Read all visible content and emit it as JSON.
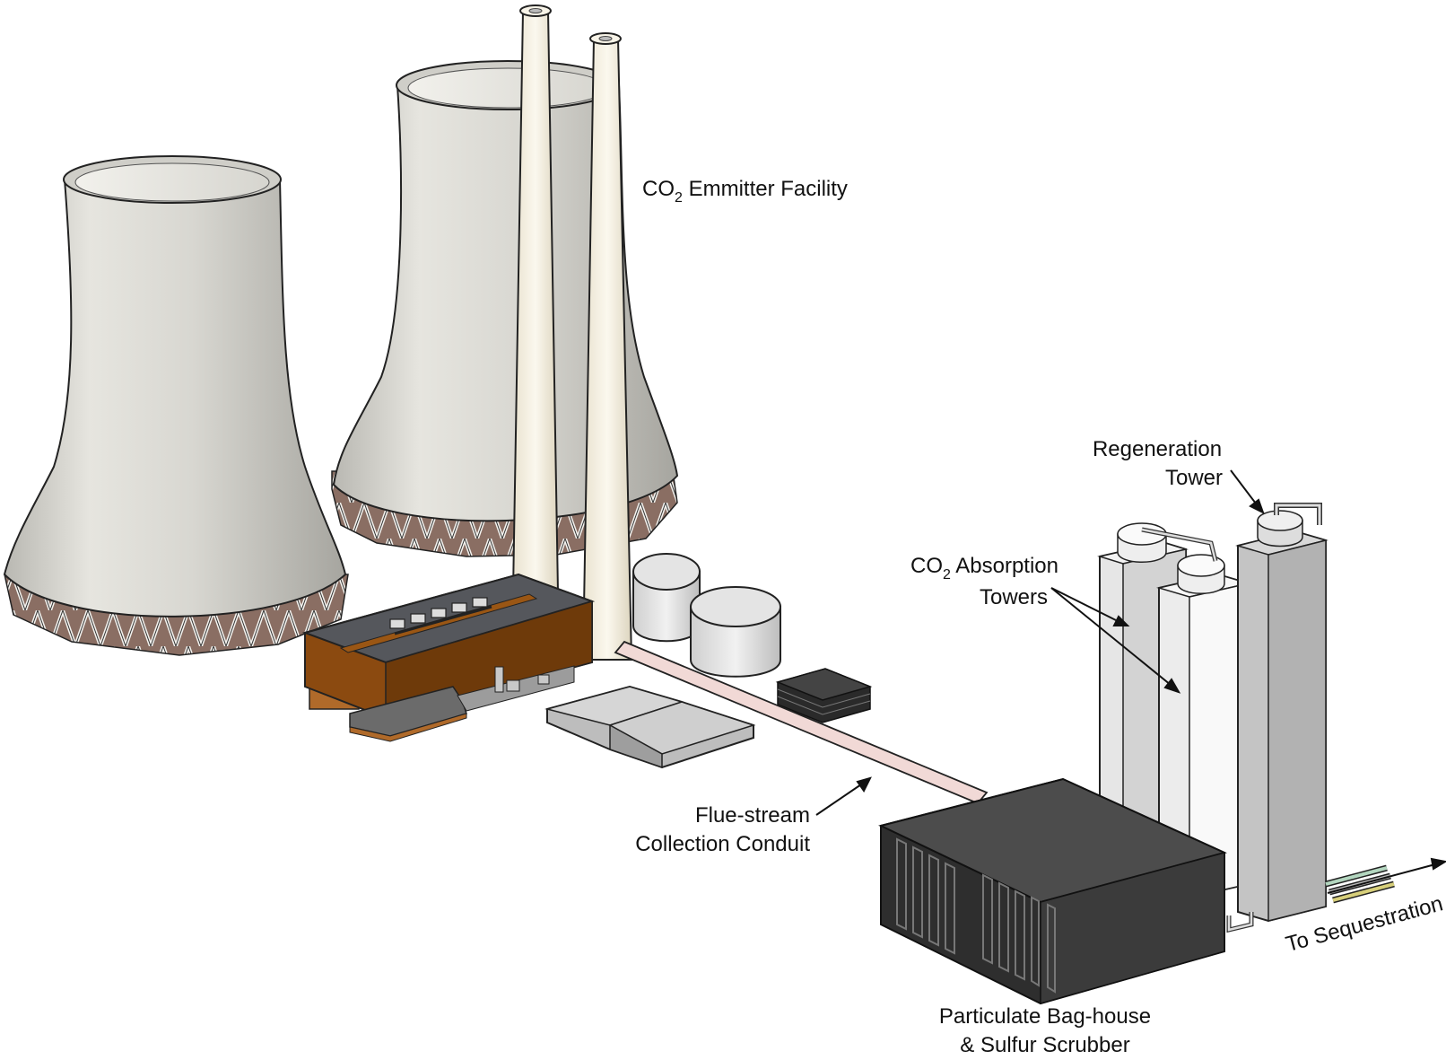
{
  "labels": {
    "emitter": {
      "prefix": "CO",
      "sub": "2",
      "rest": " Emmitter Facility"
    },
    "regeneration": {
      "line1": "Regeneration",
      "line2": "Tower"
    },
    "absorption": {
      "prefix": "CO",
      "sub": "2",
      "rest": " Absorption",
      "line2": "Towers"
    },
    "flue": {
      "line1": "Flue-stream",
      "line2": "Collection Conduit"
    },
    "baghouse": {
      "line1": "Particulate Bag-house",
      "line2": "& Sulfur Scrubber"
    },
    "sequestration": "To Sequestration"
  },
  "colors": {
    "tower_light": "#efeee9",
    "tower_mid": "#d6d5cf",
    "tower_dark": "#a9a8a2",
    "stack": "#f6f1e2",
    "building_orange": "#8b4a10",
    "building_top": "#4e5054",
    "conduit": "#f1d9d6",
    "baghouse_top": "#4a4a4a",
    "baghouse_front": "#2d2d2d",
    "absorber": "#e6e6e6",
    "regen": "#c4c4c4"
  }
}
